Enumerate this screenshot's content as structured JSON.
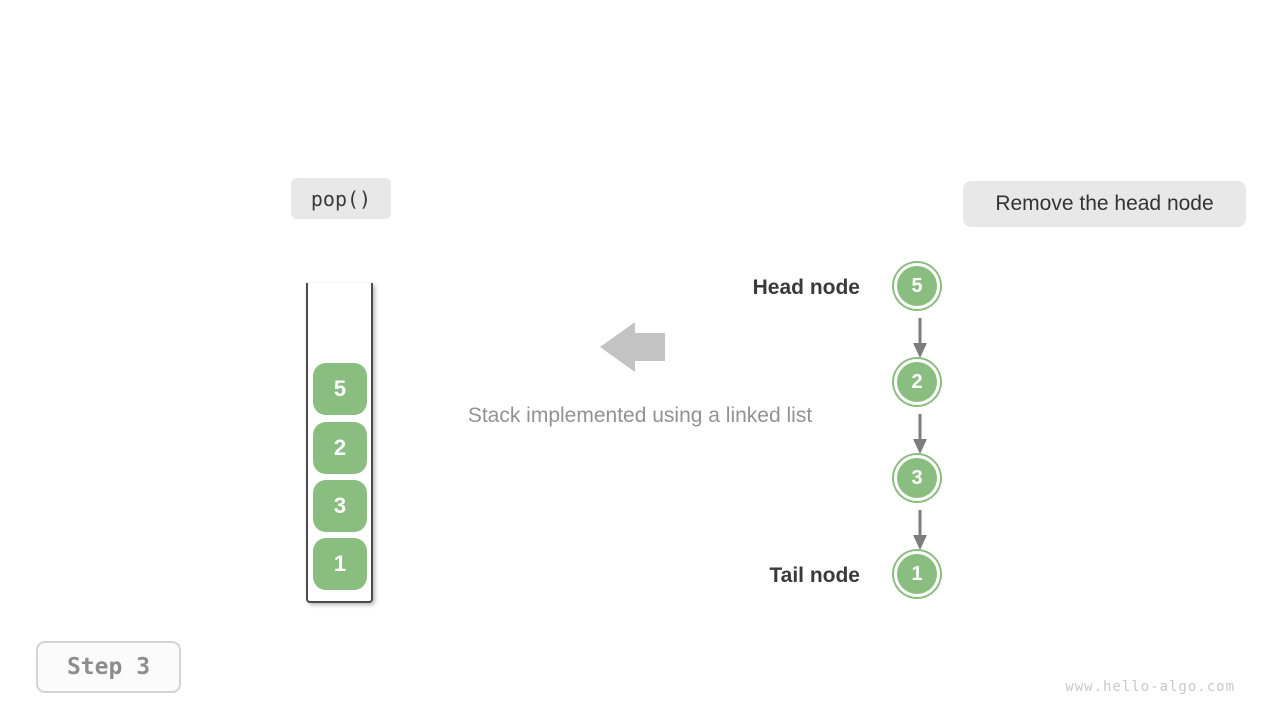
{
  "operation_badge": {
    "label": "pop()"
  },
  "description_badge": {
    "label": "Remove the head node"
  },
  "stack": {
    "items": [
      "5",
      "2",
      "3",
      "1"
    ]
  },
  "caption": {
    "text": "Stack implemented using a linked list"
  },
  "linked_list": {
    "head_label": "Head node",
    "tail_label": "Tail node",
    "nodes": [
      "5",
      "2",
      "3",
      "1"
    ]
  },
  "step_box": {
    "label": "Step 3"
  },
  "watermark": {
    "text": "www.hello-algo.com"
  },
  "colors": {
    "node_green": "#8abd80",
    "badge_bg": "#e8e8e8",
    "block_arrow_gray": "#c3c3c3",
    "link_arrow_gray": "#7d7d7d",
    "container_border": "#4b4b4b",
    "text_dark": "#3a3a3a",
    "text_muted": "#929292",
    "step_text": "#8d8d8d",
    "watermark_text": "#c9c9c9"
  }
}
